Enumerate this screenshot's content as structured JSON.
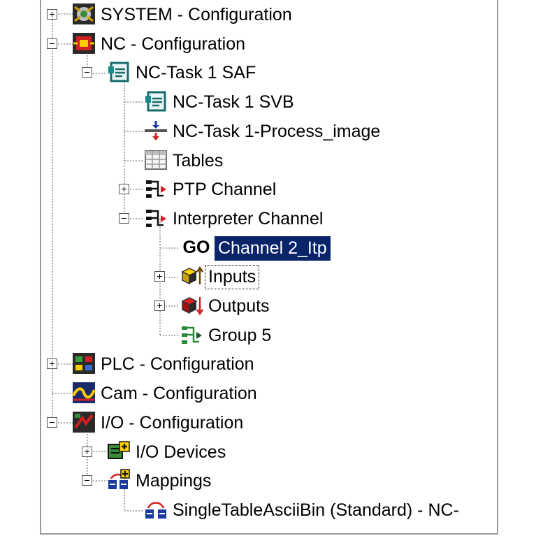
{
  "tree": {
    "items": [
      {
        "label": "SYSTEM - Configuration",
        "expander": "plus",
        "icon": "system-config-icon"
      },
      {
        "label": "NC - Configuration",
        "expander": "minus",
        "icon": "nc-config-icon"
      },
      {
        "label": "NC-Task 1 SAF",
        "expander": "minus",
        "icon": "nc-task-icon"
      },
      {
        "label": "NC-Task 1 SVB",
        "expander": "none",
        "icon": "nc-task-icon"
      },
      {
        "label": "NC-Task 1-Process_image",
        "expander": "none",
        "icon": "process-image-icon"
      },
      {
        "label": "Tables",
        "expander": "none",
        "icon": "table-icon"
      },
      {
        "label": "PTP Channel",
        "expander": "plus",
        "icon": "channel-icon"
      },
      {
        "label": "Interpreter Channel",
        "expander": "minus",
        "icon": "channel-icon"
      },
      {
        "label": "Channel 2_Itp",
        "expander": "none",
        "icon": "go-icon",
        "icon_text": "GO",
        "selected": true
      },
      {
        "label": "Inputs",
        "expander": "plus",
        "icon": "inputs-icon",
        "focused": true
      },
      {
        "label": "Outputs",
        "expander": "plus",
        "icon": "outputs-icon"
      },
      {
        "label": "Group 5",
        "expander": "none",
        "icon": "group-icon"
      },
      {
        "label": "PLC - Configuration",
        "expander": "plus",
        "icon": "plc-config-icon"
      },
      {
        "label": "Cam - Configuration",
        "expander": "none",
        "icon": "cam-config-icon"
      },
      {
        "label": "I/O - Configuration",
        "expander": "minus",
        "icon": "io-config-icon"
      },
      {
        "label": "I/O Devices",
        "expander": "plus",
        "icon": "io-devices-icon"
      },
      {
        "label": "Mappings",
        "expander": "minus",
        "icon": "mappings-icon"
      },
      {
        "label": "SingleTableAsciiBin (Standard) - NC-",
        "expander": "none",
        "icon": "mapping-item-icon"
      }
    ]
  },
  "colors": {
    "selection_bg": "#0a246a",
    "selection_fg": "#ffffff",
    "tree_line": "#808080",
    "panel_border": "#9a9a9a"
  }
}
